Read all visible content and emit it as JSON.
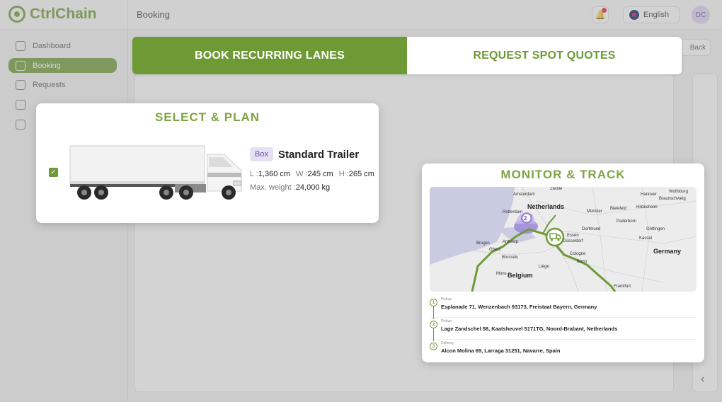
{
  "app": {
    "logo_text": "CtrlChain",
    "page_title": "Booking",
    "language": "English",
    "avatar_initials": "DC",
    "back_label": "Back",
    "brand_color": "#6d9a35"
  },
  "sidebar": {
    "items": [
      {
        "label": "Dashboard",
        "icon": "dashboard-icon"
      },
      {
        "label": "Booking",
        "icon": "truck-icon",
        "active": true
      },
      {
        "label": "Requests",
        "icon": "inbox-icon"
      },
      {
        "label": "",
        "icon": "document-icon"
      },
      {
        "label": "",
        "icon": "route-icon"
      }
    ]
  },
  "tabs": {
    "recurring": "BOOK RECURRING LANES",
    "spot": "REQUEST SPOT QUOTES",
    "active": "recurring"
  },
  "select_plan": {
    "title": "SELECT & PLAN",
    "checked": true,
    "badge": "Box",
    "trailer_name": "Standard Trailer",
    "length_label": "L :",
    "length_value": "1,360 cm",
    "width_label": "W :",
    "width_value": "245 cm",
    "height_label": "H :",
    "height_value": "265 cm",
    "weight_label": "Max. weight :",
    "weight_value": "24,000 kg"
  },
  "monitor_track": {
    "title": "MONITOR & TRACK",
    "map": {
      "cluster_count": "2",
      "labels": {
        "amsterdam": "Amsterdam",
        "zwolle": "Zwolle",
        "hanover": "Hanover",
        "wolfsburg": "Wolfsburg",
        "braunschweig": "Braunschweig",
        "netherlands": "Netherlands",
        "rotterdam": "Rotterdam",
        "munster": "Münster",
        "bielefeld": "Bielefeld",
        "hildesheim": "Hildesheim",
        "paderborn": "Paderborn",
        "dortmund": "Dortmund",
        "gottingen": "Göttingen",
        "essen": "Essen",
        "dusseldorf": "Düsseldorf",
        "kassel": "Kassel",
        "antwerp": "Antwerp",
        "bruges": "Bruges",
        "ghent": "Ghent",
        "cologne": "Cologne",
        "germany": "Germany",
        "brussels": "Brussels",
        "bonn": "Bonn",
        "belgium": "Belgium",
        "liege": "Liège",
        "mons": "Mons",
        "frankfurt": "Frankfurt"
      }
    },
    "stops": [
      {
        "num": "1",
        "type": "Pickup",
        "address": "Esplanade 71, Wenzenbach 93173, Freistaat Bayern, Germany"
      },
      {
        "num": "2",
        "type": "Pickup",
        "address": "Lage Zandschel 58, Kaatsheuvel 5171TG, Noord-Brabant, Netherlands"
      },
      {
        "num": "3",
        "type": "Delivery",
        "address": "Alcon Molina 69, Larraga 31251, Navarre, Spain"
      }
    ]
  }
}
